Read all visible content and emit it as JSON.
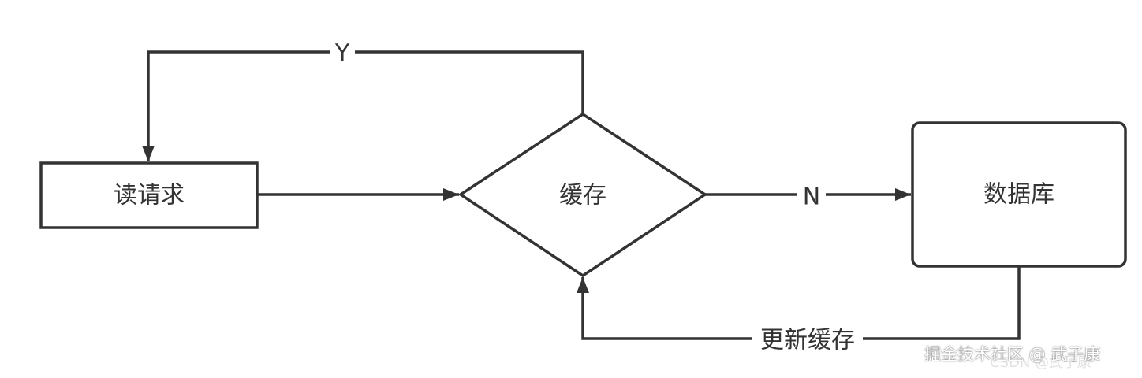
{
  "nodes": {
    "read_request": "读请求",
    "cache": "缓存",
    "database": "数据库"
  },
  "edges": {
    "cache_hit": "Y",
    "cache_miss": "N",
    "update_cache": "更新缓存"
  },
  "watermark": {
    "text": "掘金技术社区 @ 武子康",
    "ghost": "CSDN @武子康"
  },
  "colors": {
    "stroke": "#333333",
    "background": "#ffffff"
  }
}
